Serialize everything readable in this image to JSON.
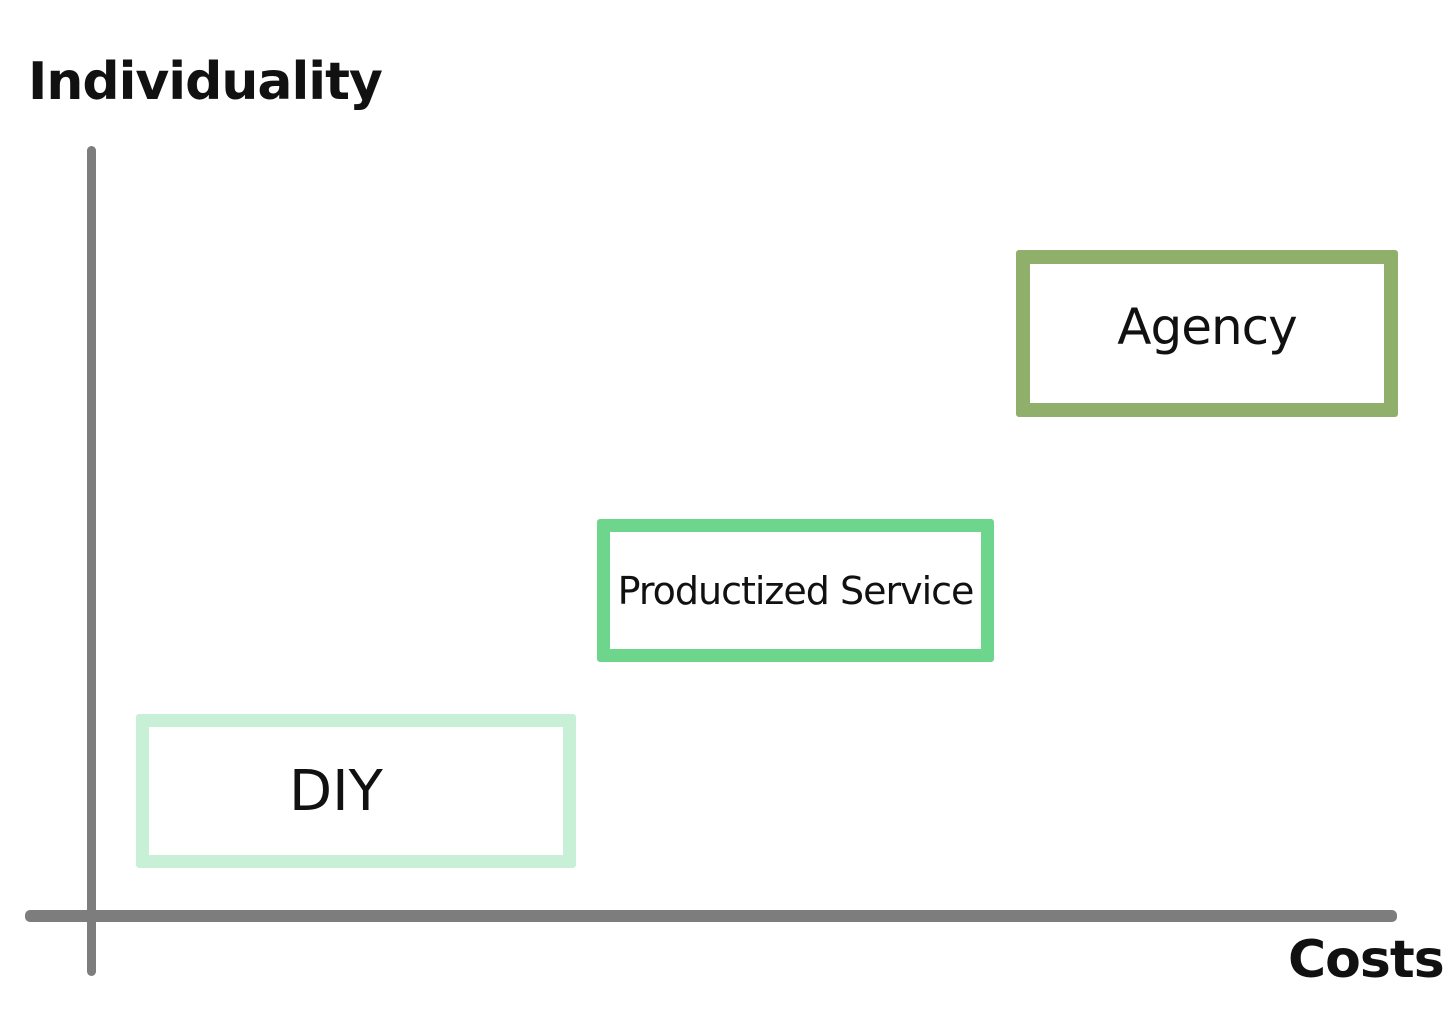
{
  "axes": {
    "y_label": "Individuality",
    "x_label": "Costs"
  },
  "boxes": [
    {
      "label": "DIY",
      "border_color": "#c8f0d6"
    },
    {
      "label": "Productized Service",
      "border_color": "#6dd58c"
    },
    {
      "label": "Agency",
      "border_color": "#8faf6b"
    }
  ],
  "colors": {
    "axis": "#7d7d7d",
    "text": "#111111",
    "background": "#ffffff"
  }
}
